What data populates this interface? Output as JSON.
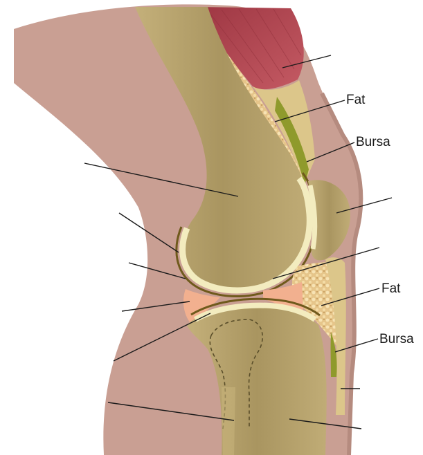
{
  "diagram": {
    "labels": {
      "fat_upper": "Fat",
      "bursa_upper": "Bursa",
      "fat_lower": "Fat",
      "bursa_lower": "Bursa"
    },
    "colors": {
      "skin": "#c99f93",
      "skin_edge": "#b58b7f",
      "muscle": "#b84a55",
      "fat": "#e6c58a",
      "bone": "#b8a56e",
      "cartilage": "#f3ecbf",
      "synovial_membrane": "#6f5a1c",
      "bursa": "#8f9a2c",
      "meniscus": "#f2b08f",
      "leader_line": "#1a1a1a"
    }
  }
}
